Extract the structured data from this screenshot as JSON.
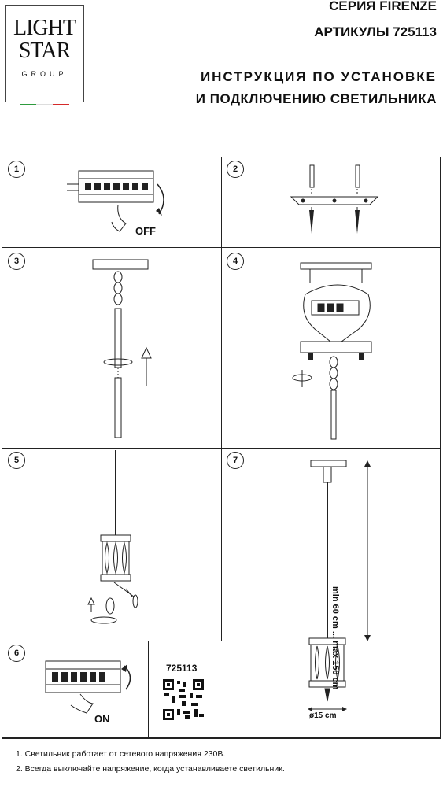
{
  "logo": {
    "line1": "LIGHT",
    "line2": "STAR",
    "line3": "GROUP",
    "flag_colors": [
      "#2e9b3e",
      "#ffffff",
      "#d52a2a"
    ]
  },
  "header": {
    "series": "СЕРИЯ FIRENZE",
    "articles": "АРТИКУЛЫ 725113",
    "title_line1": "ИНСТРУКЦИЯ ПО УСТАНОВКЕ",
    "title_line2": "И ПОДКЛЮЧЕНИЮ СВЕТИЛЬНИКА"
  },
  "steps": [
    {
      "number": "1",
      "label": "OFF"
    },
    {
      "number": "2"
    },
    {
      "number": "3"
    },
    {
      "number": "4"
    },
    {
      "number": "5"
    },
    {
      "number": "7",
      "dimension_height": "min 60 cm ... max 150 cm",
      "dimension_diameter": "ø15 cm"
    },
    {
      "number": "6",
      "label": "ON"
    }
  ],
  "article_code": "725113",
  "notes": [
    "1. Светильник работает от сетевого напряжения 230В.",
    "2. Всегда выключайте напряжение, когда устанавливаете светильник."
  ]
}
